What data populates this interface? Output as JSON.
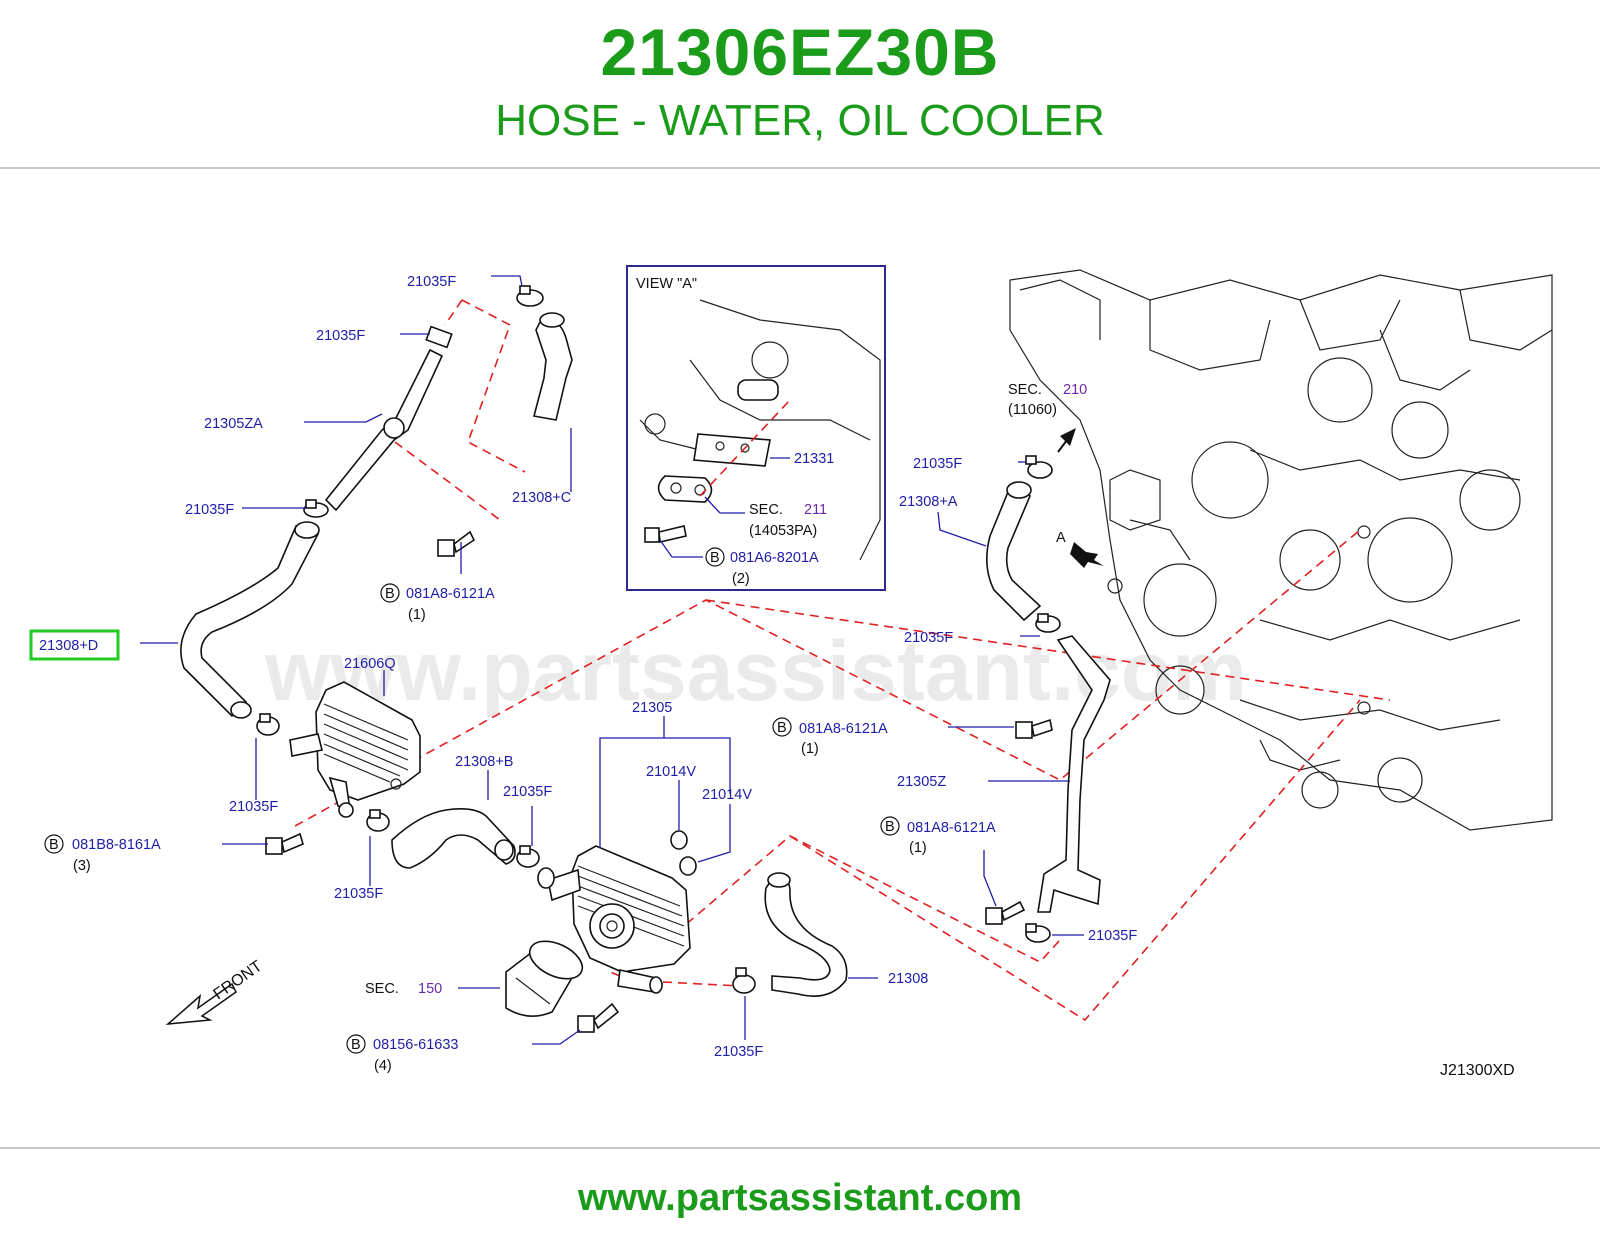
{
  "header": {
    "part_number": "21306EZ30B",
    "part_description": "HOSE - WATER, OIL COOLER"
  },
  "watermark": "www.partsassistant.com",
  "footer": {
    "url": "www.partsassistant.com"
  },
  "diagram": {
    "code": "J21300XD",
    "view_box_title": "VIEW   \"A\"",
    "front_label": "FRONT",
    "labels": {
      "c_21035F_top": "21035F",
      "c_21035F_2": "21035F",
      "c_21305ZA": "21305ZA",
      "c_21035F_3": "21035F",
      "c_21308D": "21308+D",
      "c_21308C": "21308+C",
      "c_081A8_1": "081A8-6121A",
      "c_081A8_1_qty": "(1)",
      "c_21606Q": "21606Q",
      "c_21035F_4": "21035F",
      "c_081B8": "081B8-8161A",
      "c_081B8_qty": "(3)",
      "c_21035F_5": "21035F",
      "c_21308B": "21308+B",
      "c_21035F_6": "21035F",
      "c_21305": "21305",
      "c_21014V_1": "21014V",
      "c_21014V_2": "21014V",
      "c_sec150_pre": "SEC.",
      "c_sec150_num": "150",
      "c_08156": "08156-61633",
      "c_08156_qty": "(4)",
      "c_21035F_7": "21035F",
      "c_21308": "21308",
      "c_21331": "21331",
      "c_sec211_pre": "SEC.",
      "c_sec211_num": "211",
      "c_sec211_sub": "(14053PA)",
      "c_081A6": "081A6-8201A",
      "c_081A6_qty": "(2)",
      "c_sec210_pre": "SEC.",
      "c_sec210_num": "210",
      "c_sec210_sub": "(11060)",
      "c_21035F_8": "21035F",
      "c_21308A": "21308+A",
      "c_A": "A",
      "c_21035F_9": "21035F",
      "c_081A8_2": "081A8-6121A",
      "c_081A8_2_qty": "(1)",
      "c_21305Z": "21305Z",
      "c_081A8_3": "081A8-6121A",
      "c_081A8_3_qty": "(1)",
      "c_21035F_10": "21035F",
      "b_marker": "B"
    }
  },
  "colors": {
    "brand_green": "#1a9b1a",
    "callout_blue": "#1e1ea8",
    "section_purple": "#6a2aa8",
    "leader_red": "#e02020",
    "highlight_green": "#22cc22"
  }
}
